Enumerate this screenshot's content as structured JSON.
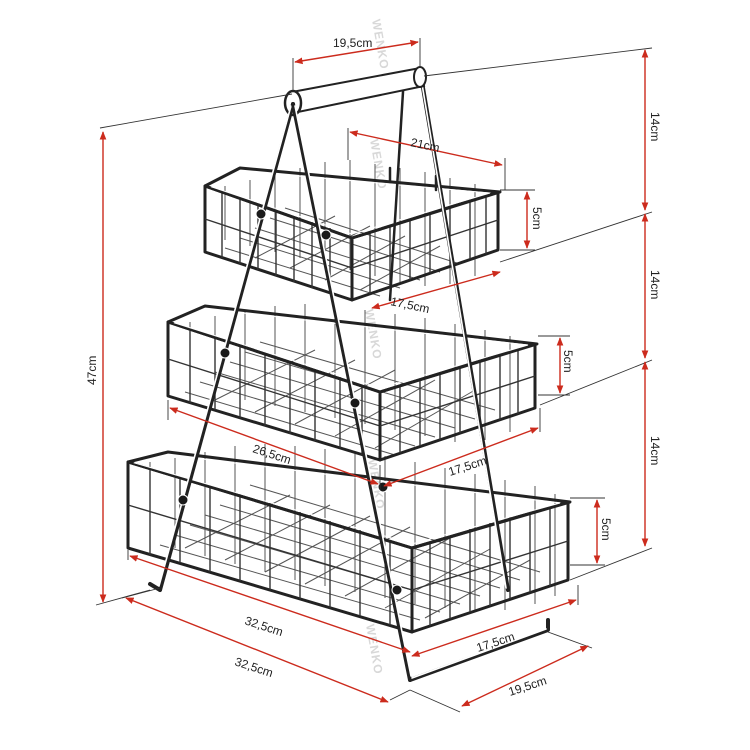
{
  "product": "three-tier wire basket stand",
  "watermark": "WENKO",
  "dimensions": {
    "handle_width": "19,5cm",
    "top_basket_width": "21cm",
    "top_basket_depth": "17,5cm",
    "top_basket_height": "5cm",
    "middle_basket_width": "26,5cm",
    "middle_basket_depth": "17,5cm",
    "middle_basket_height": "5cm",
    "bottom_basket_height": "5cm",
    "bottom_basket_width": "32,5cm",
    "base_width": "32,5cm",
    "bottom_basket_depth": "17,5cm",
    "base_depth": "19,5cm",
    "tier_spacing_top": "14cm",
    "tier_spacing_middle": "14cm",
    "tier_spacing_bottom": "14cm",
    "total_height": "47cm"
  },
  "colors": {
    "dimension_line": "#cc2b1d",
    "frame": "#222222"
  }
}
